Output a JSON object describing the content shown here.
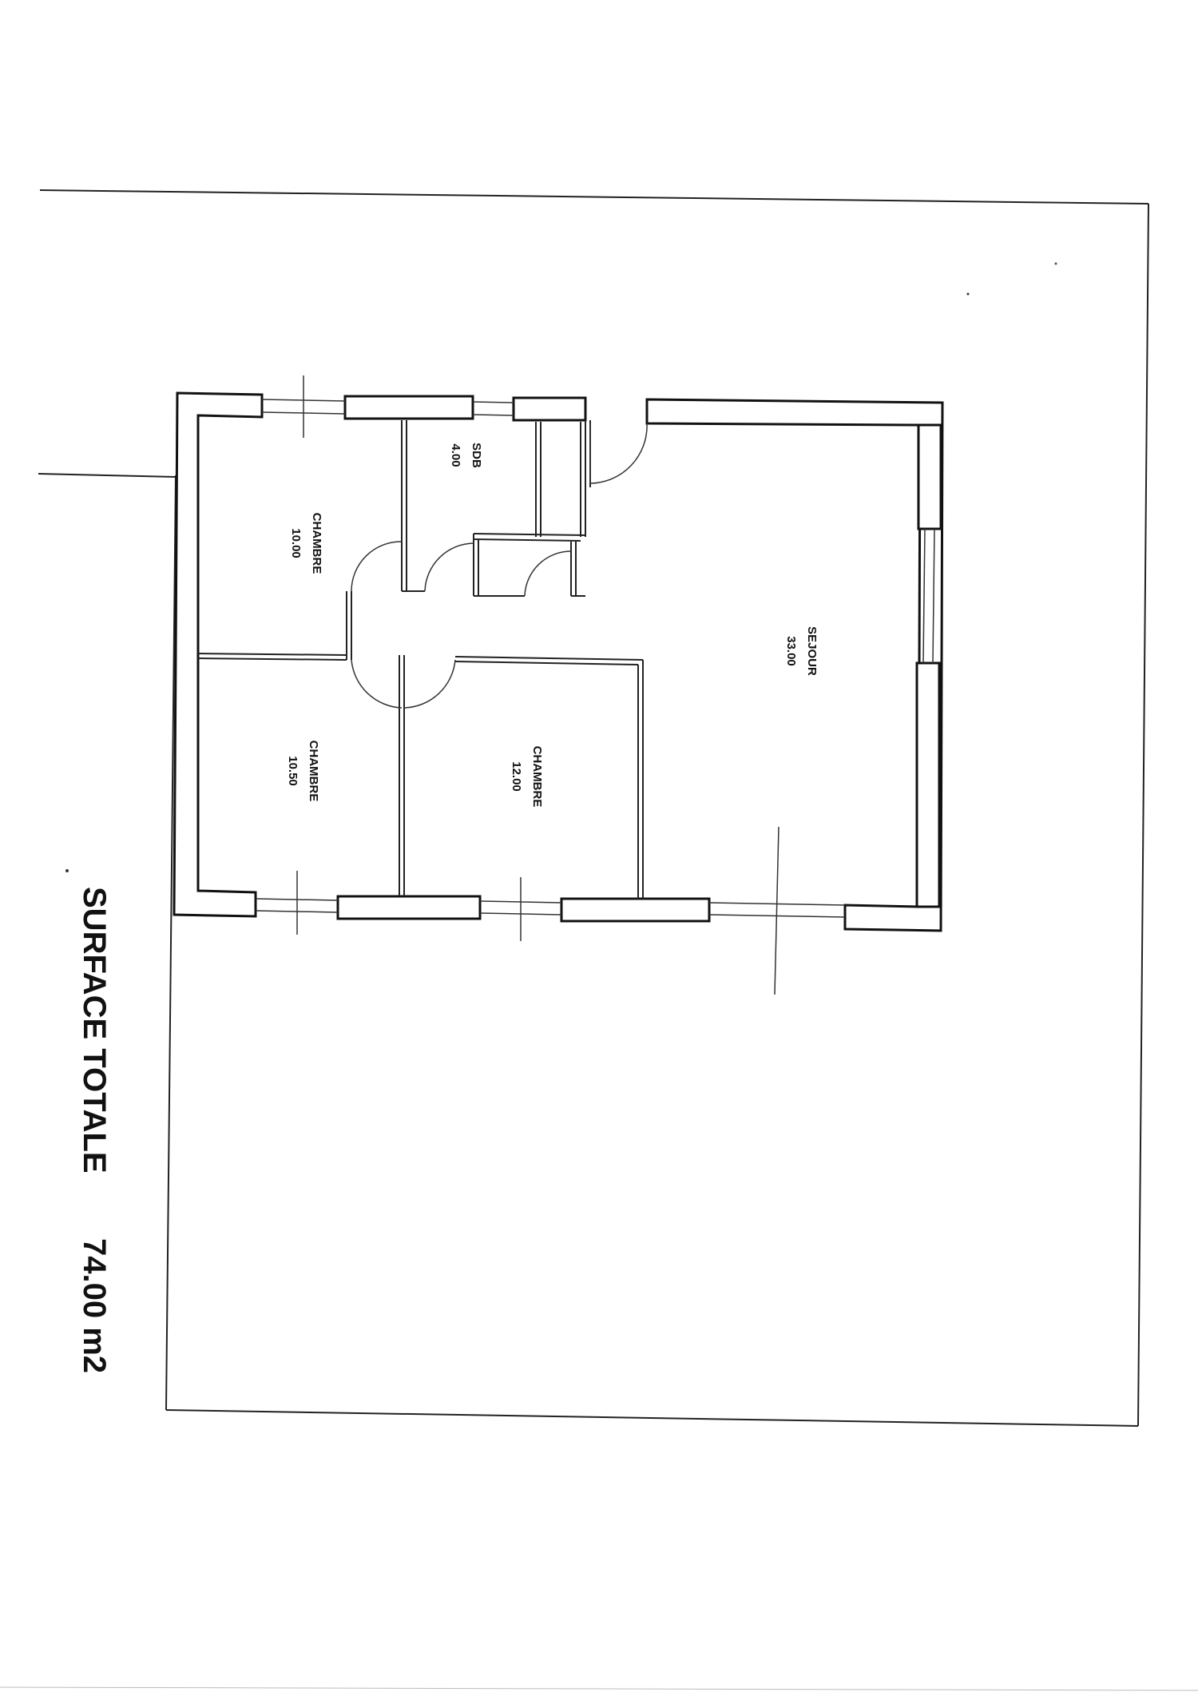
{
  "rooms": [
    {
      "id": "chambre-1",
      "name": "CHAMBRE",
      "area": "10.00"
    },
    {
      "id": "sdb",
      "name": "SDB",
      "area": "4.00"
    },
    {
      "id": "sejour",
      "name": "SEJOUR",
      "area": "33.00"
    },
    {
      "id": "chambre-2",
      "name": "CHAMBRE",
      "area": "10.50"
    },
    {
      "id": "chambre-3",
      "name": "CHAMBRE",
      "area": "12.00"
    }
  ],
  "summary": {
    "label": "SURFACE TOTALE",
    "value": "74.00 m2"
  }
}
